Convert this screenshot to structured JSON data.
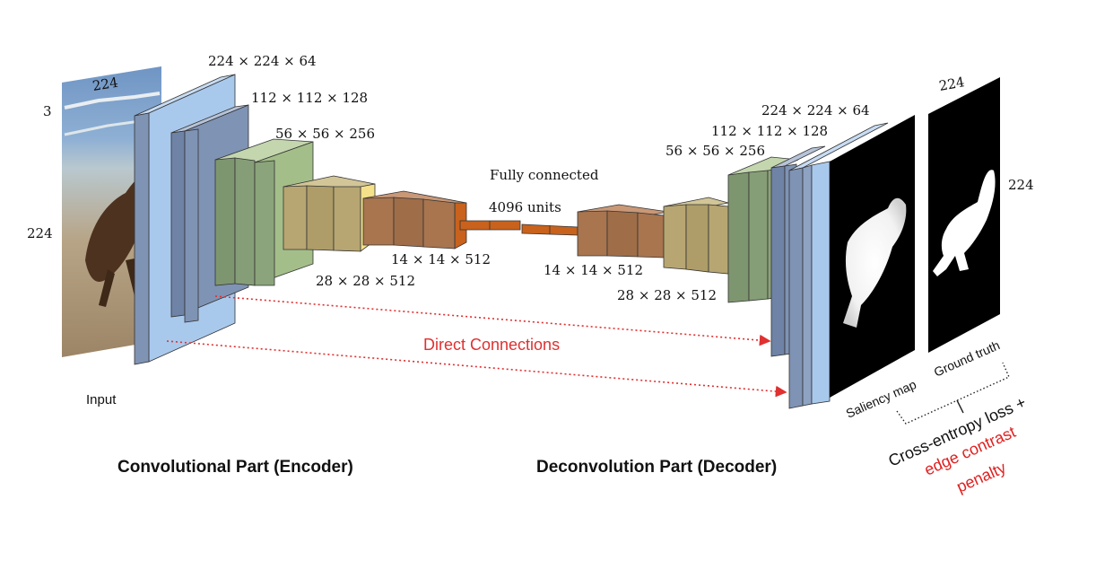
{
  "input": {
    "label": "Input",
    "channels": "3",
    "width": "224",
    "height": "224"
  },
  "encoder": {
    "title": "Convolutional Part (Encoder)",
    "dims": [
      "224 × 224 × 64",
      "112 × 112 × 128",
      "56 × 56 × 256",
      "28 × 28 × 512",
      "14 × 14 × 512"
    ]
  },
  "fc": {
    "line1": "Fully connected",
    "line2": "4096 units"
  },
  "decoder": {
    "title": "Deconvolution Part (Decoder)",
    "dims": [
      "14 × 14 × 512",
      "28 × 28 × 512",
      "56 × 56 × 256",
      "112 × 112 × 128",
      "224 × 224 × 64"
    ]
  },
  "connections": {
    "label": "Direct Connections",
    "color": "#e03030"
  },
  "outputs": {
    "saliency_label": "Saliency map",
    "ground_truth_label": "Ground truth",
    "gt_width": "224",
    "gt_height": "224"
  },
  "loss": {
    "line1": "Cross-entropy loss +",
    "line2": "edge contrast",
    "line3": "penalty",
    "highlight_color": "#e02020"
  },
  "colors": {
    "blue": "#a9c9ec",
    "slate": "#7f93b4",
    "green": "#a4be8a",
    "khaki": "#b7a672",
    "brown": "#a8754f",
    "orange": "#c9621c",
    "yellow": "#f4e18a"
  }
}
